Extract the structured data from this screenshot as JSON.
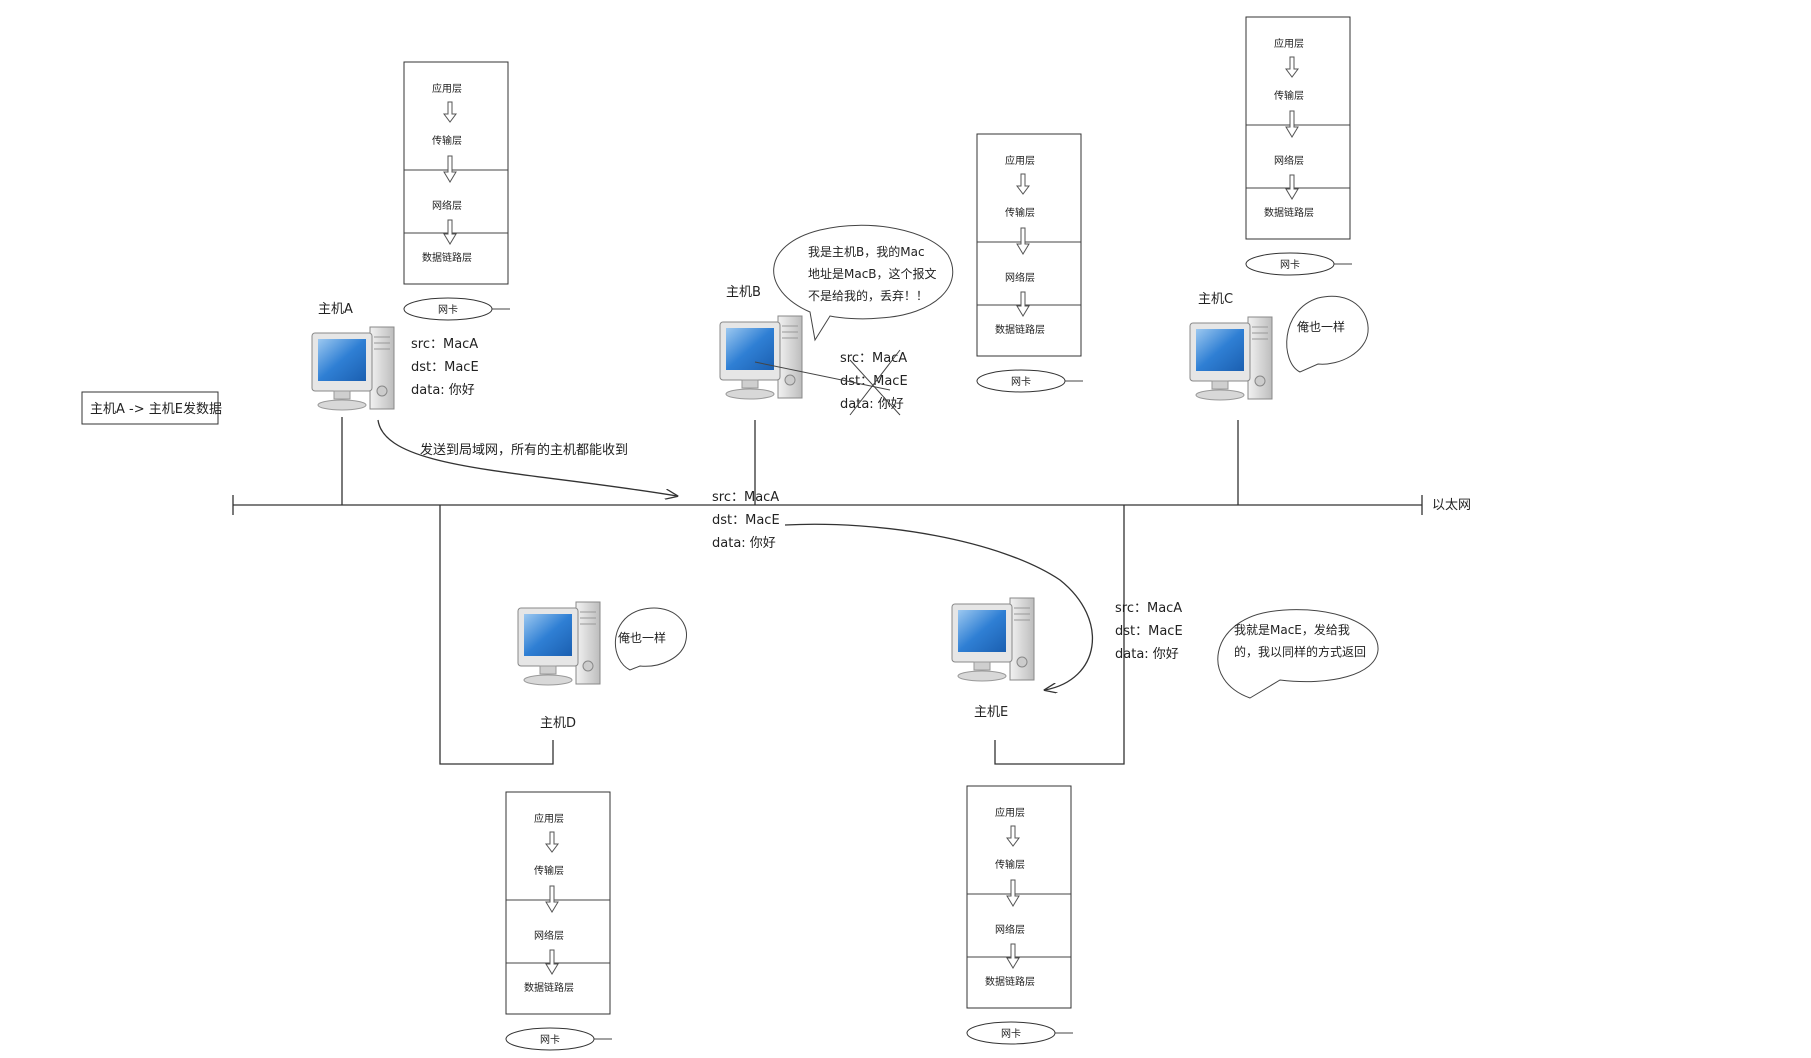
{
  "task_label": "主机A -> 主机E发数据",
  "ethernet_label": "以太网",
  "broadcast_note": "发送到局域网，所有的主机都能收到",
  "layers": {
    "app": "应用层",
    "transport": "传输层",
    "network": "网络层",
    "network_alt": "网络层",
    "datalink": "数据链路层"
  },
  "nic_label": "网卡",
  "packet": {
    "src": "src：MacA",
    "dst": "dst：MacE",
    "data": "data: 你好"
  },
  "hosts": {
    "A": {
      "name": "主机A"
    },
    "B": {
      "name": "主机B",
      "bubble": [
        "我是主机B，我的Mac",
        "地址是MacB，这个报文",
        "不是给我的，丢弃！！"
      ]
    },
    "C": {
      "name": "主机C",
      "bubble": [
        "俺也一样"
      ]
    },
    "D": {
      "name": "主机D",
      "bubble": [
        "俺也一样"
      ]
    },
    "E": {
      "name": "主机E",
      "bubble": [
        "我就是MacE，发给我",
        "的，我以同样的方式返回"
      ]
    }
  },
  "colors": {
    "screen": "#2f7fd4",
    "screen_light": "#9cc8f0",
    "case": "#d8d8d8"
  }
}
